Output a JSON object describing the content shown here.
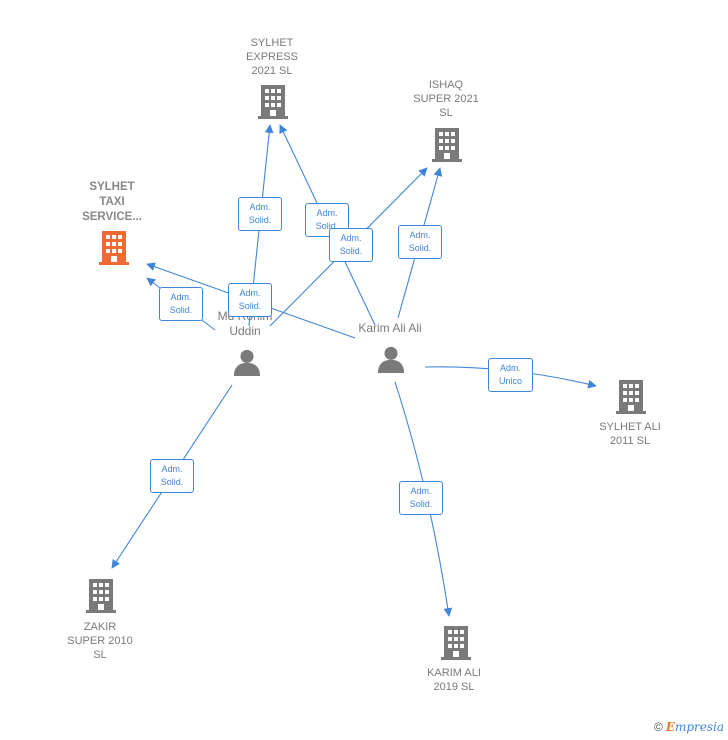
{
  "nodes": {
    "sylhet_express": {
      "label": "SYLHET\nEXPRESS\n2021  SL",
      "type": "company"
    },
    "ishaq_super": {
      "label": "ISHAQ\nSUPER 2021\nSL",
      "type": "company"
    },
    "sylhet_taxi": {
      "label": "SYLHET\nTAXI\nSERVICE...",
      "type": "company-highlight"
    },
    "sylhet_ali": {
      "label": "SYLHET ALI\n2011  SL",
      "type": "company"
    },
    "zakir_super": {
      "label": "ZAKIR\nSUPER 2010\nSL",
      "type": "company"
    },
    "karim_ali_2019": {
      "label": "KARIM ALI\n2019  SL",
      "type": "company"
    },
    "md_uddin": {
      "label": "Md Rohim\nUddin",
      "type": "person"
    },
    "karim_ali_ali": {
      "label": "Karim Ali Ali",
      "type": "person"
    }
  },
  "relations": [
    {
      "id": "r1",
      "label": "Adm.\nSolid."
    },
    {
      "id": "r2",
      "label": "Adm.\nSolid."
    },
    {
      "id": "r3",
      "label": "Adm.\nSolid."
    },
    {
      "id": "r4",
      "label": "Adm.\nSolid."
    },
    {
      "id": "r5",
      "label": "Adm.\nSolid."
    },
    {
      "id": "r6",
      "label": "Adm.\nSolid."
    },
    {
      "id": "r7",
      "label": "Adm.\nUnico"
    },
    {
      "id": "r8",
      "label": "Adm.\nSolid."
    },
    {
      "id": "r9",
      "label": "Adm.\nSolid."
    }
  ],
  "colors": {
    "edge": "#3f86d8",
    "company": "#7a7a7a",
    "highlight": "#f06a35",
    "person": "#7a7a7a"
  },
  "footer": {
    "copyright": "©",
    "brand_first": "E",
    "brand_rest": "mpresia"
  }
}
